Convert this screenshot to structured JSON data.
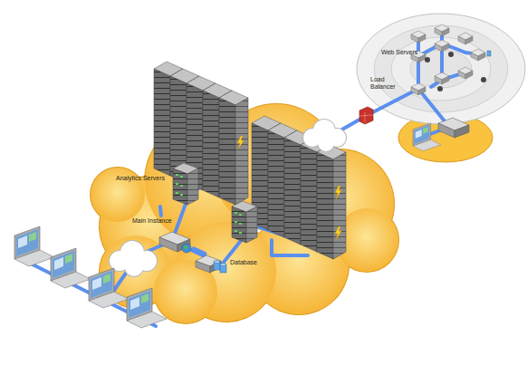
{
  "diagram": {
    "nodes": [
      {
        "text": [
          "Web Servers"
        ]
      },
      {
        "text": [
          "Load Balancer"
        ],
        "in": 0
      },
      {
        "text": [
          "Analytics Servers"
        ]
      },
      {
        "text": [
          "Main Instance"
        ]
      },
      {
        "text": [
          "Database"
        ]
      }
    ],
    "edges": [
      {
        "from": 3,
        "to": 2,
        "arrow": "none"
      },
      {
        "from": 3,
        "to": 4,
        "arrow": "none"
      }
    ]
  }
}
